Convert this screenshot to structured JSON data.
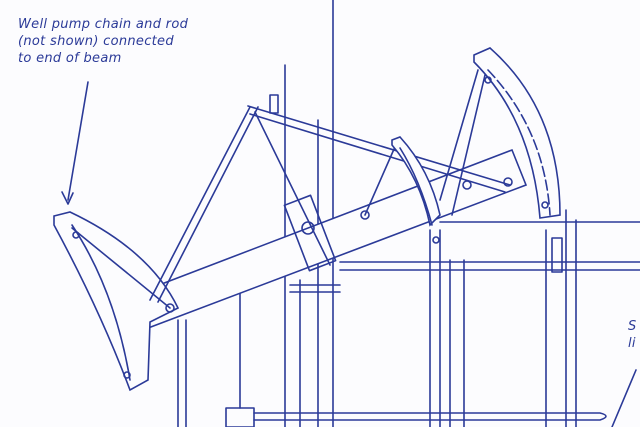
{
  "annotations": {
    "left_note": [
      "Well pump chain and rod",
      "(not shown) connected",
      "to end of beam"
    ],
    "right_note": [
      "S",
      "li"
    ]
  },
  "colors": {
    "line": "#2b3a98",
    "background": "#fcfcfe"
  }
}
